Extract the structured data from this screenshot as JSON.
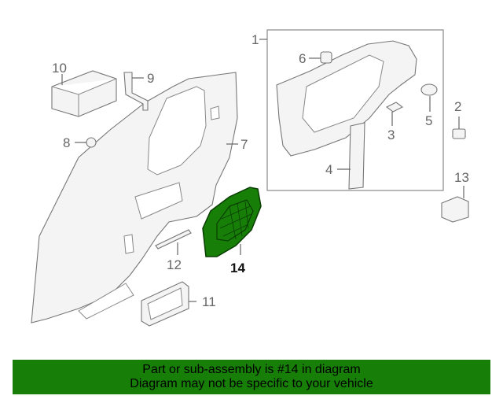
{
  "callouts": {
    "c1": "1",
    "c2": "2",
    "c3": "3",
    "c4": "4",
    "c5": "5",
    "c6": "6",
    "c7": "7",
    "c8": "8",
    "c9": "9",
    "c10": "10",
    "c11": "11",
    "c12": "12",
    "c13": "13",
    "c14": "14"
  },
  "highlight": {
    "part": "14",
    "color": "#177f08"
  },
  "banner": {
    "line1": "Part or sub-assembly is #14 in diagram",
    "line2": "Diagram may not be specific to your vehicle",
    "color": "#177f08"
  }
}
